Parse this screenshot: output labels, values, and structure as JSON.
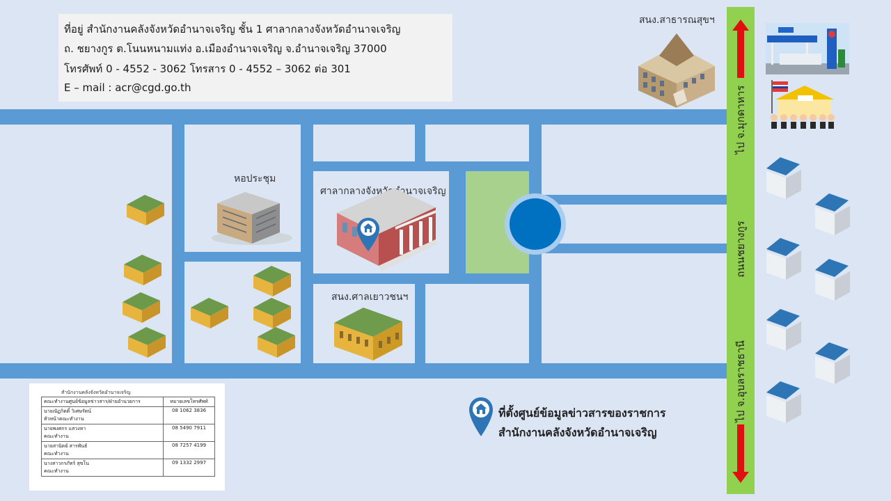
{
  "address": {
    "line1": "ที่อยู่ สำนักงานคลังจังหวัดอำนาจเจริญ ชั้น 1 ศาลากลางจังหวัดอำนาจเจริญ",
    "line2": "ถ. ชยางกูร ต.โนนหนามแท่ง อ.เมืองอำนาจเจริญ จ.อำนาจเจริญ 37000",
    "line3": "โทรศัพท์ 0 - 4552 - 3062 โทรสาร 0 - 4552 – 3062 ต่อ 301",
    "line4": "E – mail : acr@cgd.go.th"
  },
  "labels": {
    "health_office": "สนง.สาธารณสุขฯ",
    "meeting_hall": "หอประชุม",
    "city_hall": "ศาลากลางจังหวัดอำนาจเจริญ",
    "juvenile_court": "สนง.ศาลเยาวชนฯ",
    "road_north": "ไป จ.มุกดาหาร",
    "road_name": "ถนนชยางกูร",
    "road_south": "ไป จ.อุบลราชธานี"
  },
  "legend": {
    "line1": "ที่ตั้งศูนย์ข้อมูลข่าวสารของราชการ",
    "line2": "สำนักงานคลังจังหวัดอำนาจเจริญ"
  },
  "contacts": {
    "title": "สำนักงานคลังจังหวัดอำนาจเจริญ",
    "headers": [
      "คณะทำงานศูนย์ข้อมูลข่าวสาร/ฝ่ายอำนวยการ",
      "หมายเลขโทรศัพท์"
    ],
    "rows": [
      {
        "name": "นายณัฏกิตติ์ วิเศษรัตน์",
        "role": "หัวหน้าคณะทำงาน",
        "phone": "08 1062 3836"
      },
      {
        "name": "นายพงศกร แสวงหา",
        "role": "คณะทำงาน",
        "phone": "08 5490 7911"
      },
      {
        "name": "นายสานิตย์ สารพันธ์",
        "role": "คณะทำงาน",
        "phone": "08 7257 4199"
      },
      {
        "name": "นางสาวกรภัทร์ สุขโน",
        "role": "คณะทำงาน",
        "phone": "09 1332 2997"
      }
    ]
  },
  "colors": {
    "road": "#5b9bd5",
    "highway": "#92d050",
    "park": "#a9d18e",
    "arrow": "#e01010",
    "pin": "#2e75b6"
  }
}
